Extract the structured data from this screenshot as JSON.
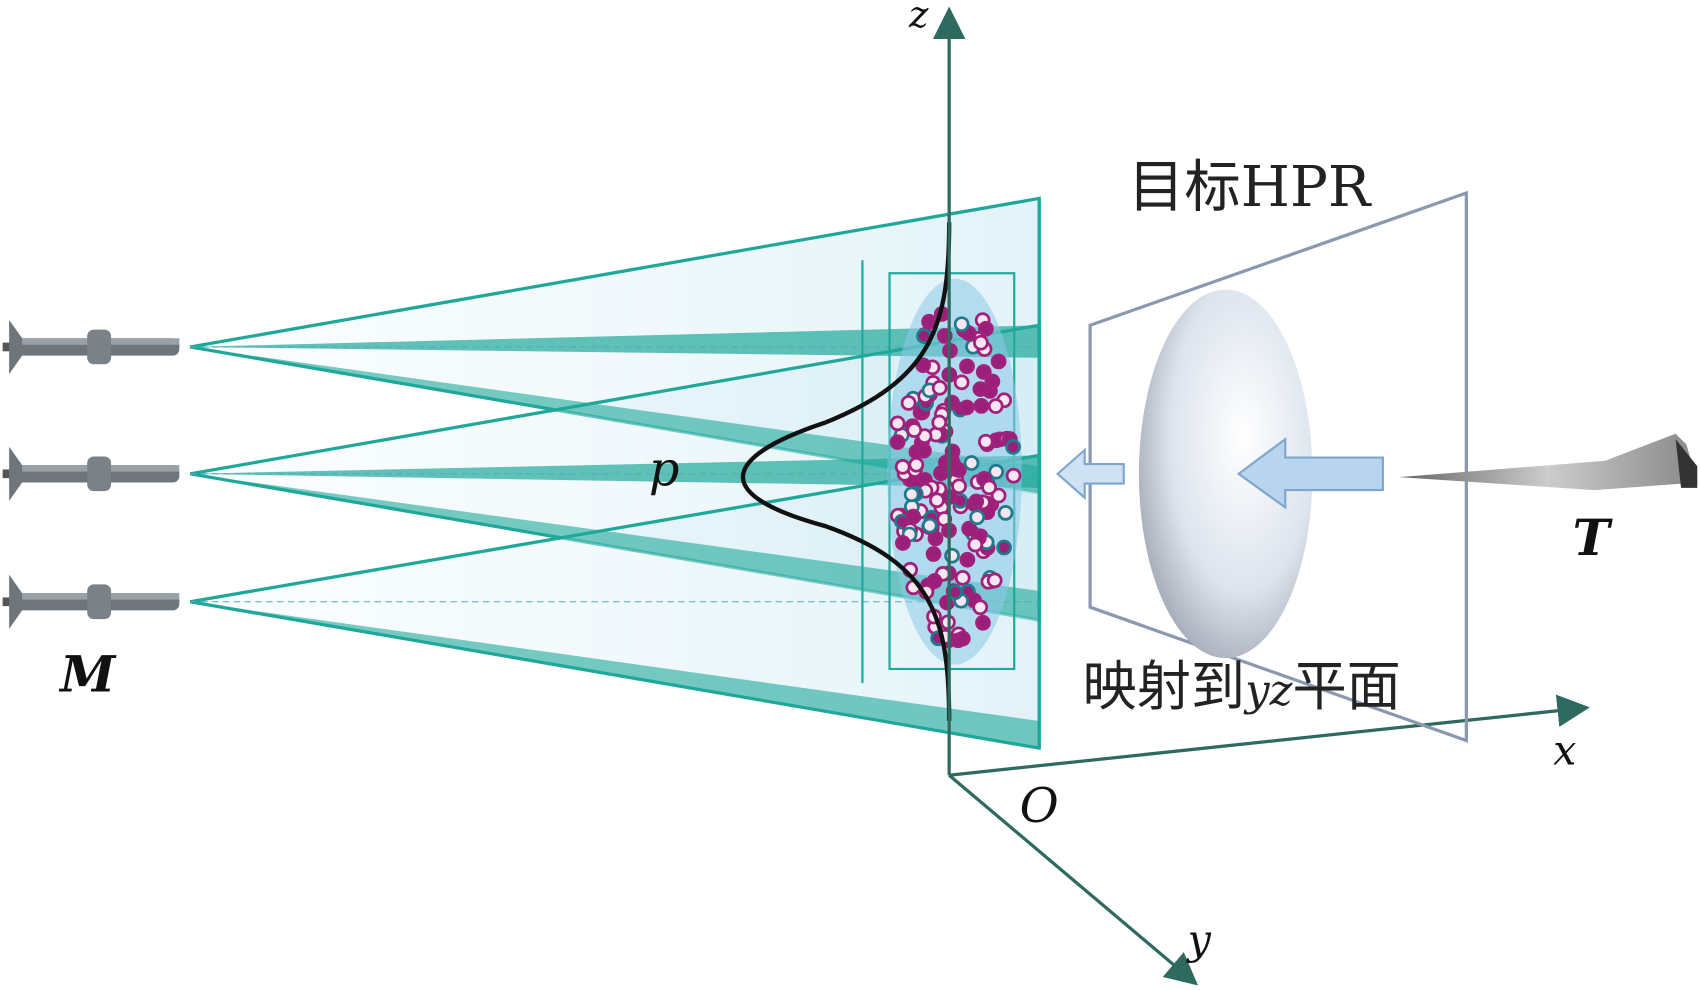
{
  "labels": {
    "z_axis": "z",
    "x_axis": "x",
    "y_axis": "y",
    "origin": "O",
    "distribution": "p",
    "missiles": "M",
    "target": "T",
    "target_hpr": "目标HPR",
    "projection_prefix": "映射到",
    "projection_var": "yz",
    "projection_suffix": "平面"
  },
  "colors": {
    "axis": "#2e6a60",
    "beam": "#1fa89a",
    "particle": "#a0207a",
    "plane": "#8a98b0"
  }
}
